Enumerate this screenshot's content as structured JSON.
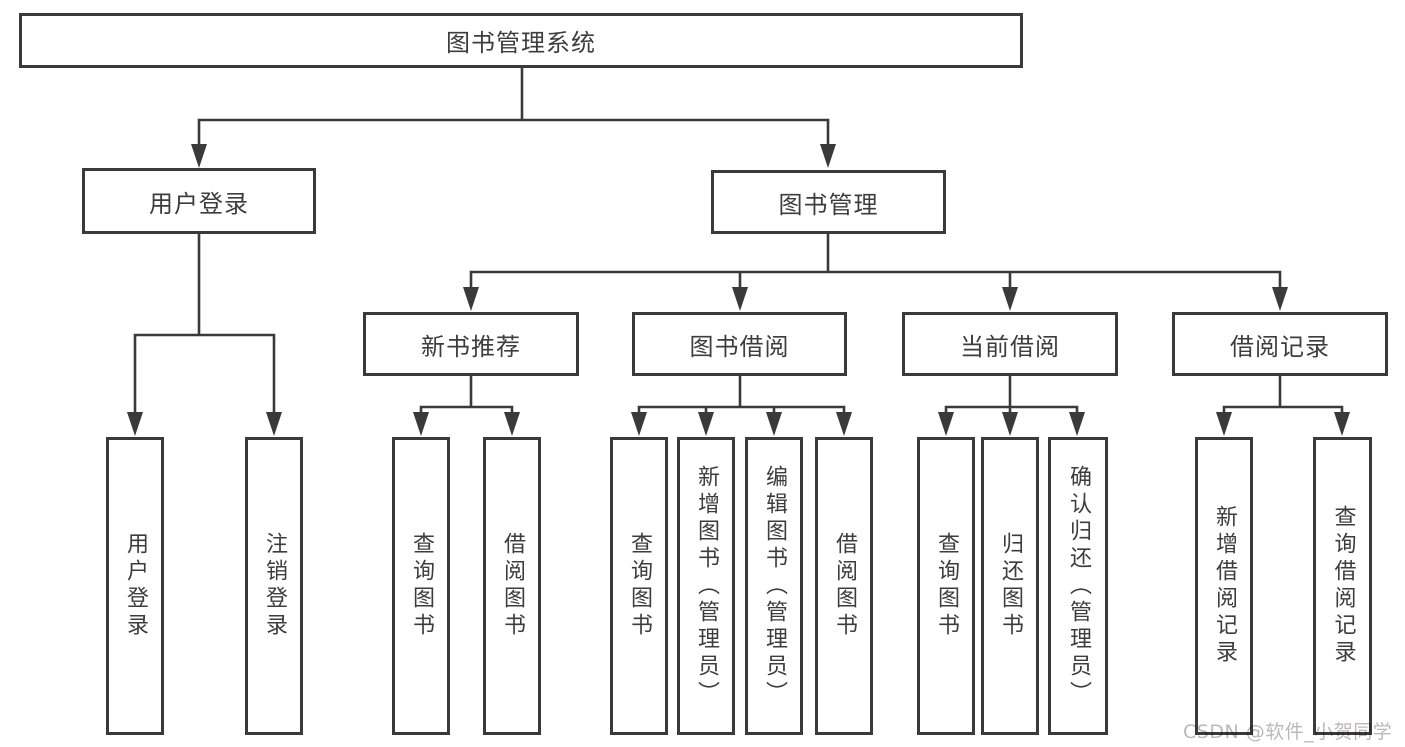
{
  "diagram_type": "tree",
  "tree": {
    "root": {
      "label": "图书管理系统"
    },
    "level2": [
      {
        "label": "用户登录",
        "parent": "图书管理系统"
      },
      {
        "label": "图书管理",
        "parent": "图书管理系统"
      }
    ],
    "level3": [
      {
        "label": "新书推荐",
        "parent": "图书管理"
      },
      {
        "label": "图书借阅",
        "parent": "图书管理"
      },
      {
        "label": "当前借阅",
        "parent": "图书管理"
      },
      {
        "label": "借阅记录",
        "parent": "图书管理"
      }
    ],
    "leaves": [
      {
        "label": "用户登录",
        "parent": "用户登录"
      },
      {
        "label": "注销登录",
        "parent": "用户登录"
      },
      {
        "label": "查询图书",
        "parent": "新书推荐"
      },
      {
        "label": "借阅图书",
        "parent": "新书推荐"
      },
      {
        "label": "查询图书",
        "parent": "图书借阅"
      },
      {
        "label": "新增图书（管理员）",
        "parent": "图书借阅"
      },
      {
        "label": "编辑图书（管理员）",
        "parent": "图书借阅"
      },
      {
        "label": "借阅图书",
        "parent": "图书借阅"
      },
      {
        "label": "查询图书",
        "parent": "当前借阅"
      },
      {
        "label": "归还图书",
        "parent": "当前借阅"
      },
      {
        "label": "确认归还（管理员）",
        "parent": "当前借阅"
      },
      {
        "label": "新增借阅记录",
        "parent": "借阅记录"
      },
      {
        "label": "查询借阅记录",
        "parent": "借阅记录"
      }
    ]
  },
  "watermark": {
    "text": "CSDN @软件_小贺同学"
  },
  "colors": {
    "line": "#3a3a3a",
    "border": "#3a3a3a",
    "text": "#3d3d3d",
    "watermark": "#bcb8b8",
    "background": "#ffffff"
  }
}
